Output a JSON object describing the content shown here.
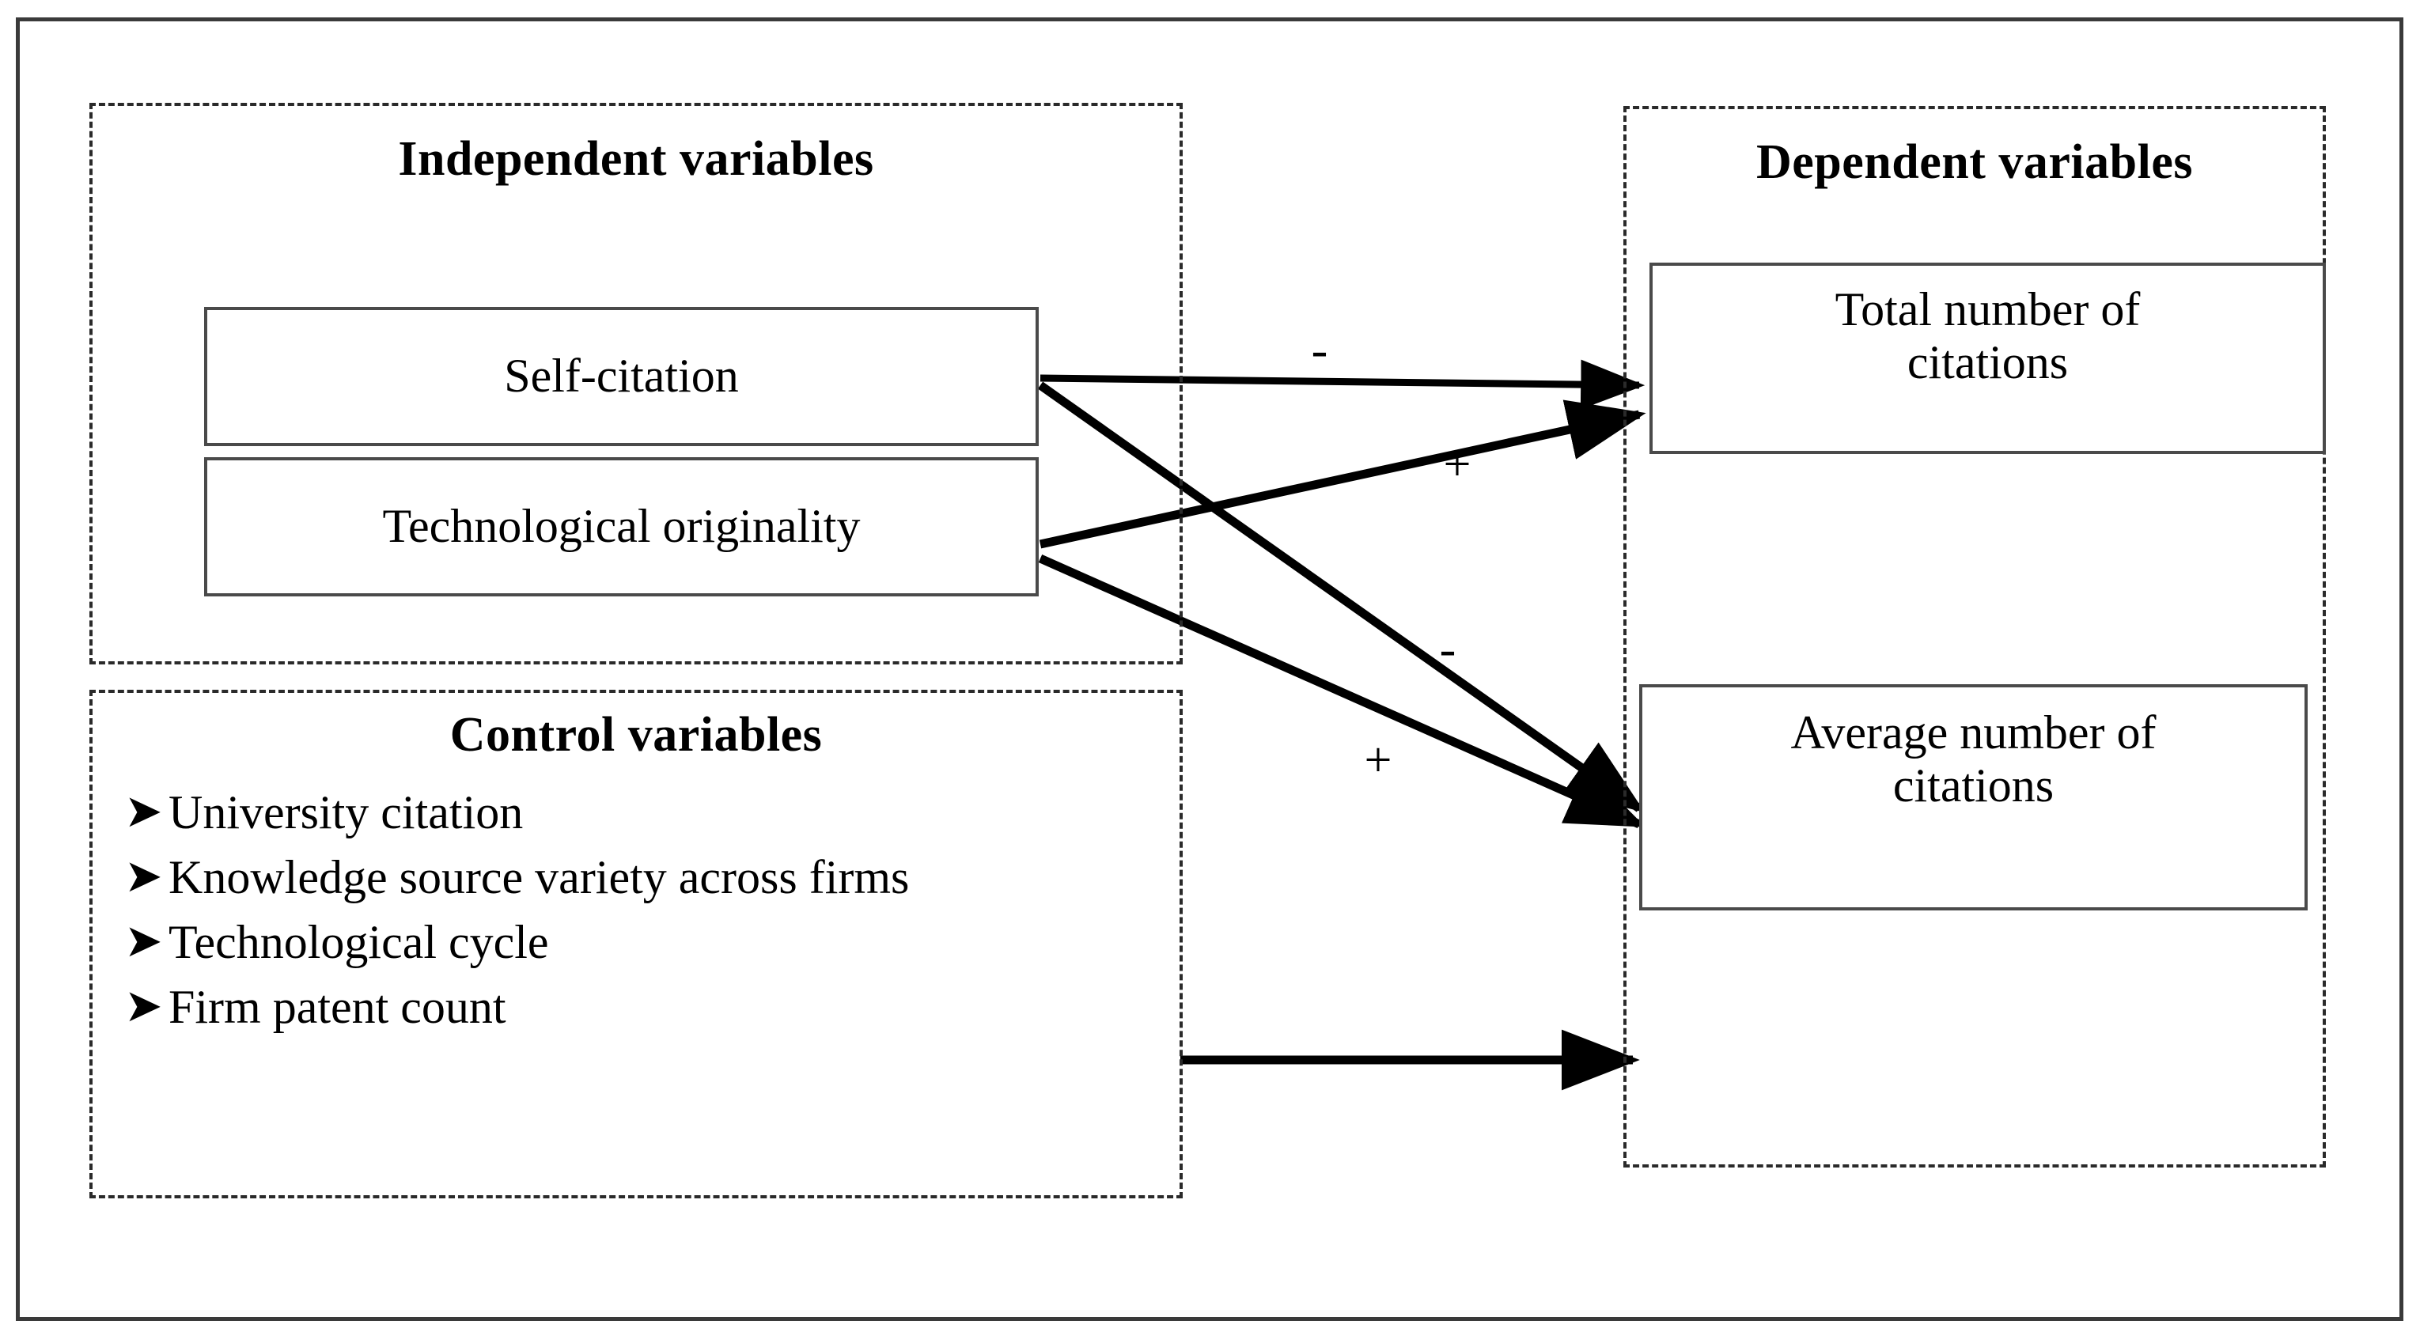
{
  "figure": {
    "background": "#ffffff",
    "frame_color": "#3a3a3a",
    "box_border_color": "#4a4a4a",
    "text_color": "#000000"
  },
  "groups": {
    "independent": {
      "title": "Independent variables",
      "boxes": [
        {
          "label": "Self-citation"
        },
        {
          "label": "Technological originality"
        }
      ]
    },
    "control": {
      "title": "Control variables",
      "bullet_glyph": "➤",
      "items": [
        {
          "label": "University citation"
        },
        {
          "label": "Knowledge source variety across firms"
        },
        {
          "label": "Technological cycle"
        },
        {
          "label": "Firm patent count"
        }
      ]
    },
    "dependent": {
      "title": "Dependent variables",
      "boxes": [
        {
          "line1": "Total number of",
          "line2": "citations"
        },
        {
          "line1": "Average number of",
          "line2": "citations"
        }
      ]
    }
  },
  "relations": [
    {
      "from": "Self-citation",
      "to": "Total number of citations",
      "sign": "-"
    },
    {
      "from": "Technological originality",
      "to": "Total number of citations",
      "sign": "+"
    },
    {
      "from": "Self-citation",
      "to": "Average number of citations",
      "sign": "-"
    },
    {
      "from": "Technological originality",
      "to": "Average number of citations",
      "sign": "+"
    },
    {
      "from": "Control variables",
      "to": "Dependent variables",
      "sign": ""
    }
  ]
}
